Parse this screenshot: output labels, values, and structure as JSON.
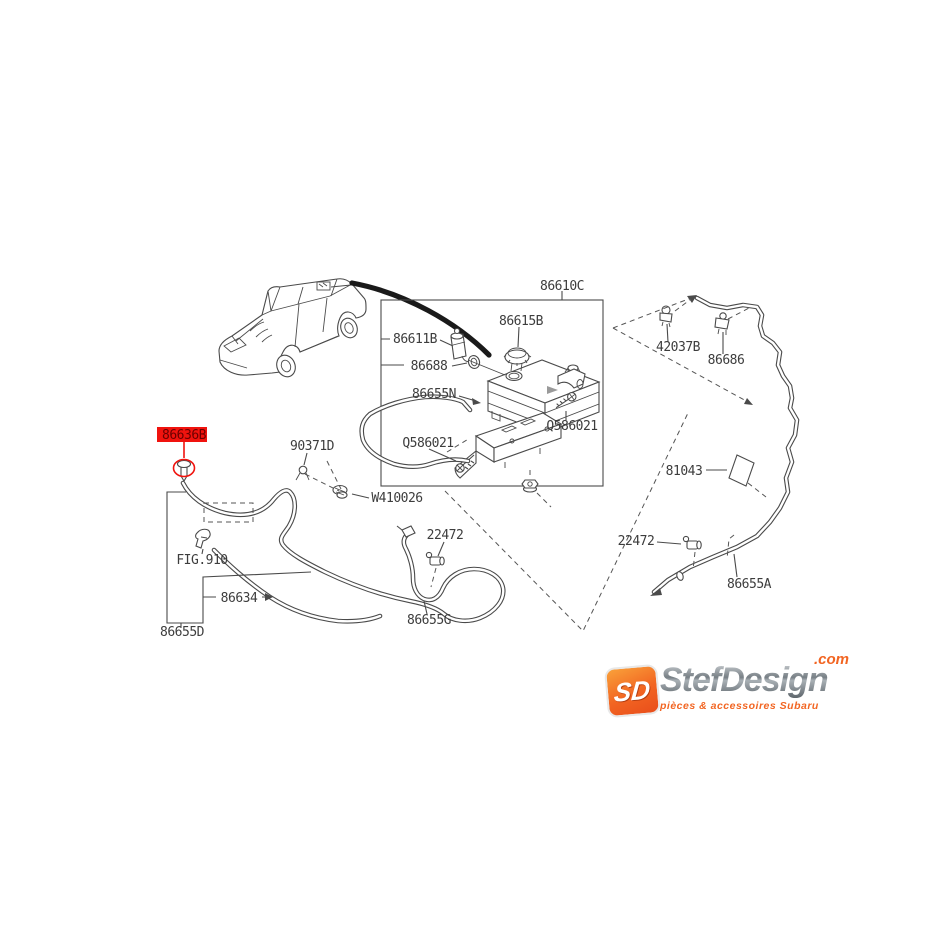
{
  "colors": {
    "line": "#4a4a4a",
    "label_text": "#3d3d3d",
    "highlight_red": "#f0130e",
    "logo_orange": "#f26522",
    "logo_gray": "#8d9499"
  },
  "diagram": {
    "type": "vehicle-parts-exploded-diagram",
    "highlighted_part": "86636B",
    "labels": {
      "p86610c": "86610C",
      "p86615b": "86615B",
      "p86611b": "86611B",
      "p86688": "86688",
      "p86655n": "86655N",
      "q586021_upper": "Q586021",
      "q586021_lower": "Q586021",
      "p42037b": "42037B",
      "p86686": "86686",
      "p81043": "81043",
      "p22472_right": "22472",
      "p86655a": "86655A",
      "p22472_left": "22472",
      "p86655g": "86655G",
      "w410026": "W410026",
      "p90371d": "90371D",
      "fig910": "FIG.910",
      "p86634": "86634",
      "p86655d": "86655D",
      "p86636b": "86636B"
    }
  },
  "logo": {
    "monogram": "SD",
    "name": "StefDesign",
    "tld": ".com",
    "tagline": "pièces & accessoires Subaru"
  }
}
